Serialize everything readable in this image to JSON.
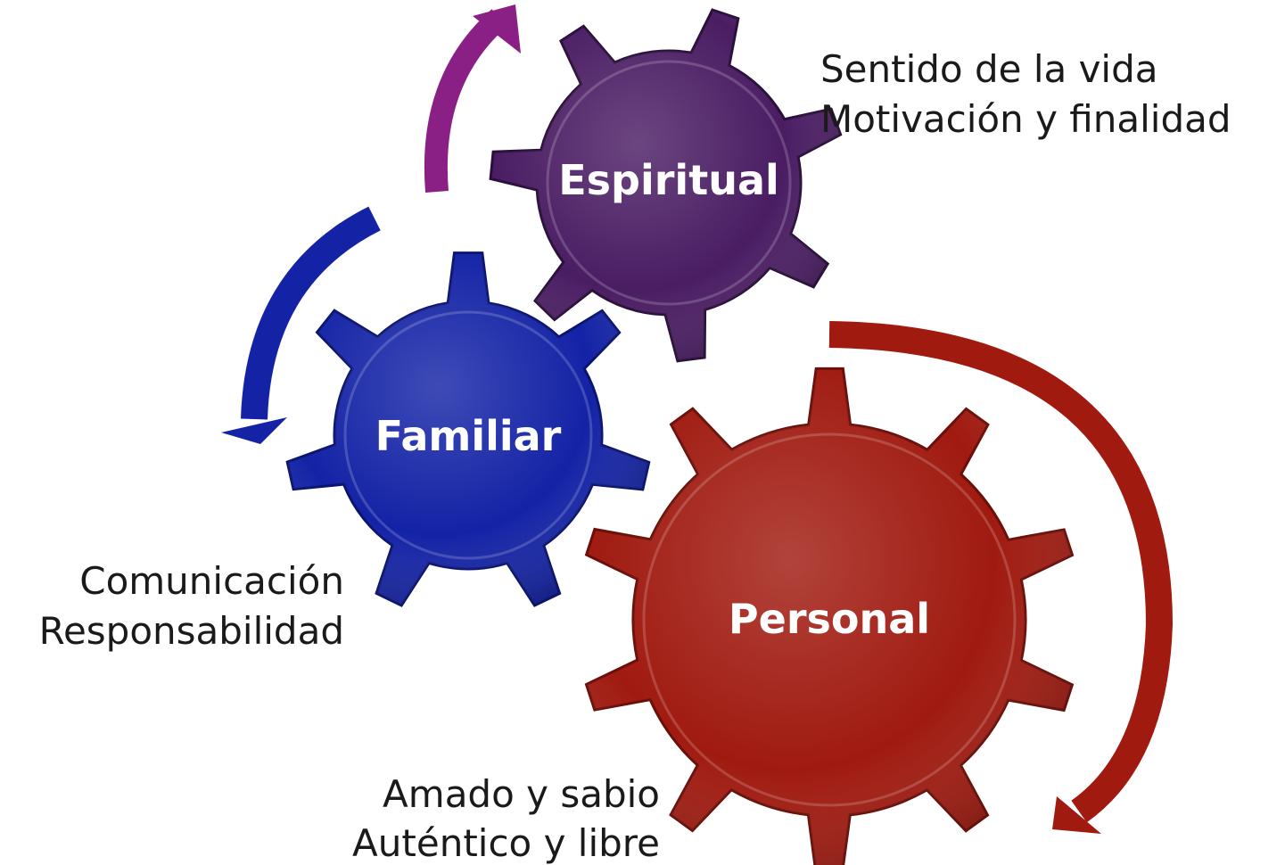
{
  "gears": [
    {
      "label": "Espiritual",
      "color": "#4a1d63",
      "notes": [
        "Sentido de la vida",
        "Motivación y finalidad"
      ]
    },
    {
      "label": "Familiar",
      "color": "#1423a6",
      "notes": [
        "Comunicación",
        "Responsabilidad"
      ]
    },
    {
      "label": "Personal",
      "color": "#a01a10",
      "notes": [
        "Amado y sabio",
        "Auténtico y libre"
      ]
    }
  ],
  "arrows": [
    {
      "color": "#8a1f86"
    },
    {
      "color": "#1423a6"
    },
    {
      "color": "#a01a10"
    }
  ]
}
